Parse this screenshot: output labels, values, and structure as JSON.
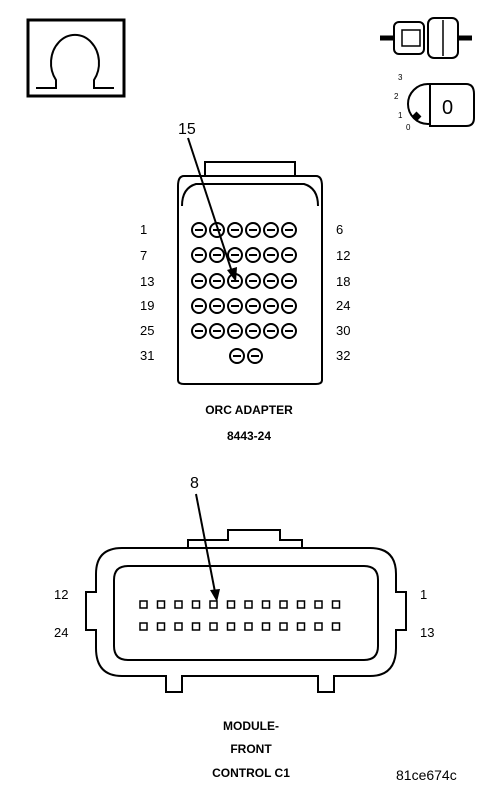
{
  "ohm_symbol": "Ω",
  "orc_adapter": {
    "callout_pin": "15",
    "row_labels_left": [
      "1",
      "7",
      "13",
      "19",
      "25",
      "31"
    ],
    "row_labels_right": [
      "6",
      "12",
      "18",
      "24",
      "30",
      "32"
    ],
    "name_line1": "ORC ADAPTER",
    "name_line2": "8443-24"
  },
  "module_connector": {
    "callout_pin": "8",
    "row_labels_left": [
      "12",
      "24"
    ],
    "row_labels_right": [
      "1",
      "13"
    ],
    "name_line1": "MODULE-",
    "name_line2": "FRONT",
    "name_line3": "CONTROL C1"
  },
  "ignition_key": {
    "positions": [
      "3",
      "2",
      "1",
      "0"
    ],
    "key_label": "0"
  },
  "figure_id": "81ce674c"
}
